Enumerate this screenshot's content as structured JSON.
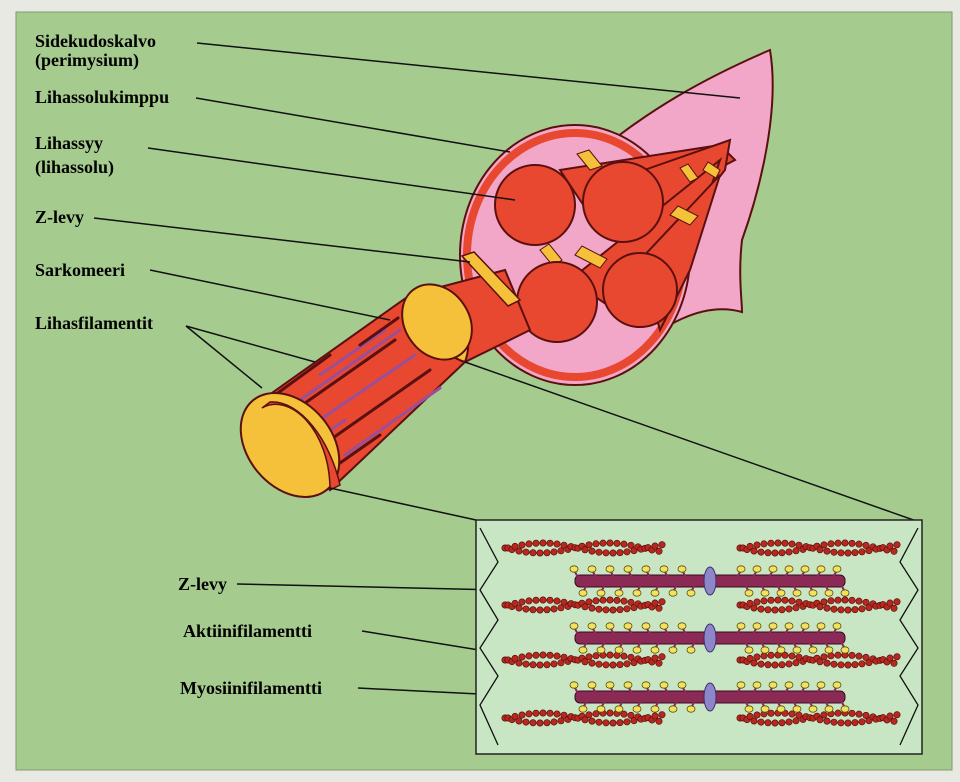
{
  "labels": {
    "perimysium_line1": "Sidekudoskalvo",
    "perimysium_line2": "(perimysium)",
    "fascicle": "Lihassolukimppu",
    "fiber_line1": "Lihassyy",
    "fiber_line2": "(lihassolu)",
    "z_disc": "Z-levy",
    "sarcomere": "Sarkomeeri",
    "myofilaments": "Lihasfilamentit",
    "inset_z_disc": "Z-levy",
    "actin": "Aktiinifilamentti",
    "myosin": "Myosiinifilamentti"
  },
  "colors": {
    "background": "#a6cb8f",
    "muscle_red": "#e8482f",
    "outline_dark": "#5a1010",
    "sheath_pink": "#f2a6c8",
    "z_band_yellow": "#f6c13a",
    "inset_bg": "#c9e6c4",
    "actin_bead": "#b8281f",
    "myosin_purple": "#8a2a55",
    "myosin_head": "#f2e45a",
    "z_disc_violet": "#8f86c8",
    "filament_stripe": "#9a4f9a"
  }
}
